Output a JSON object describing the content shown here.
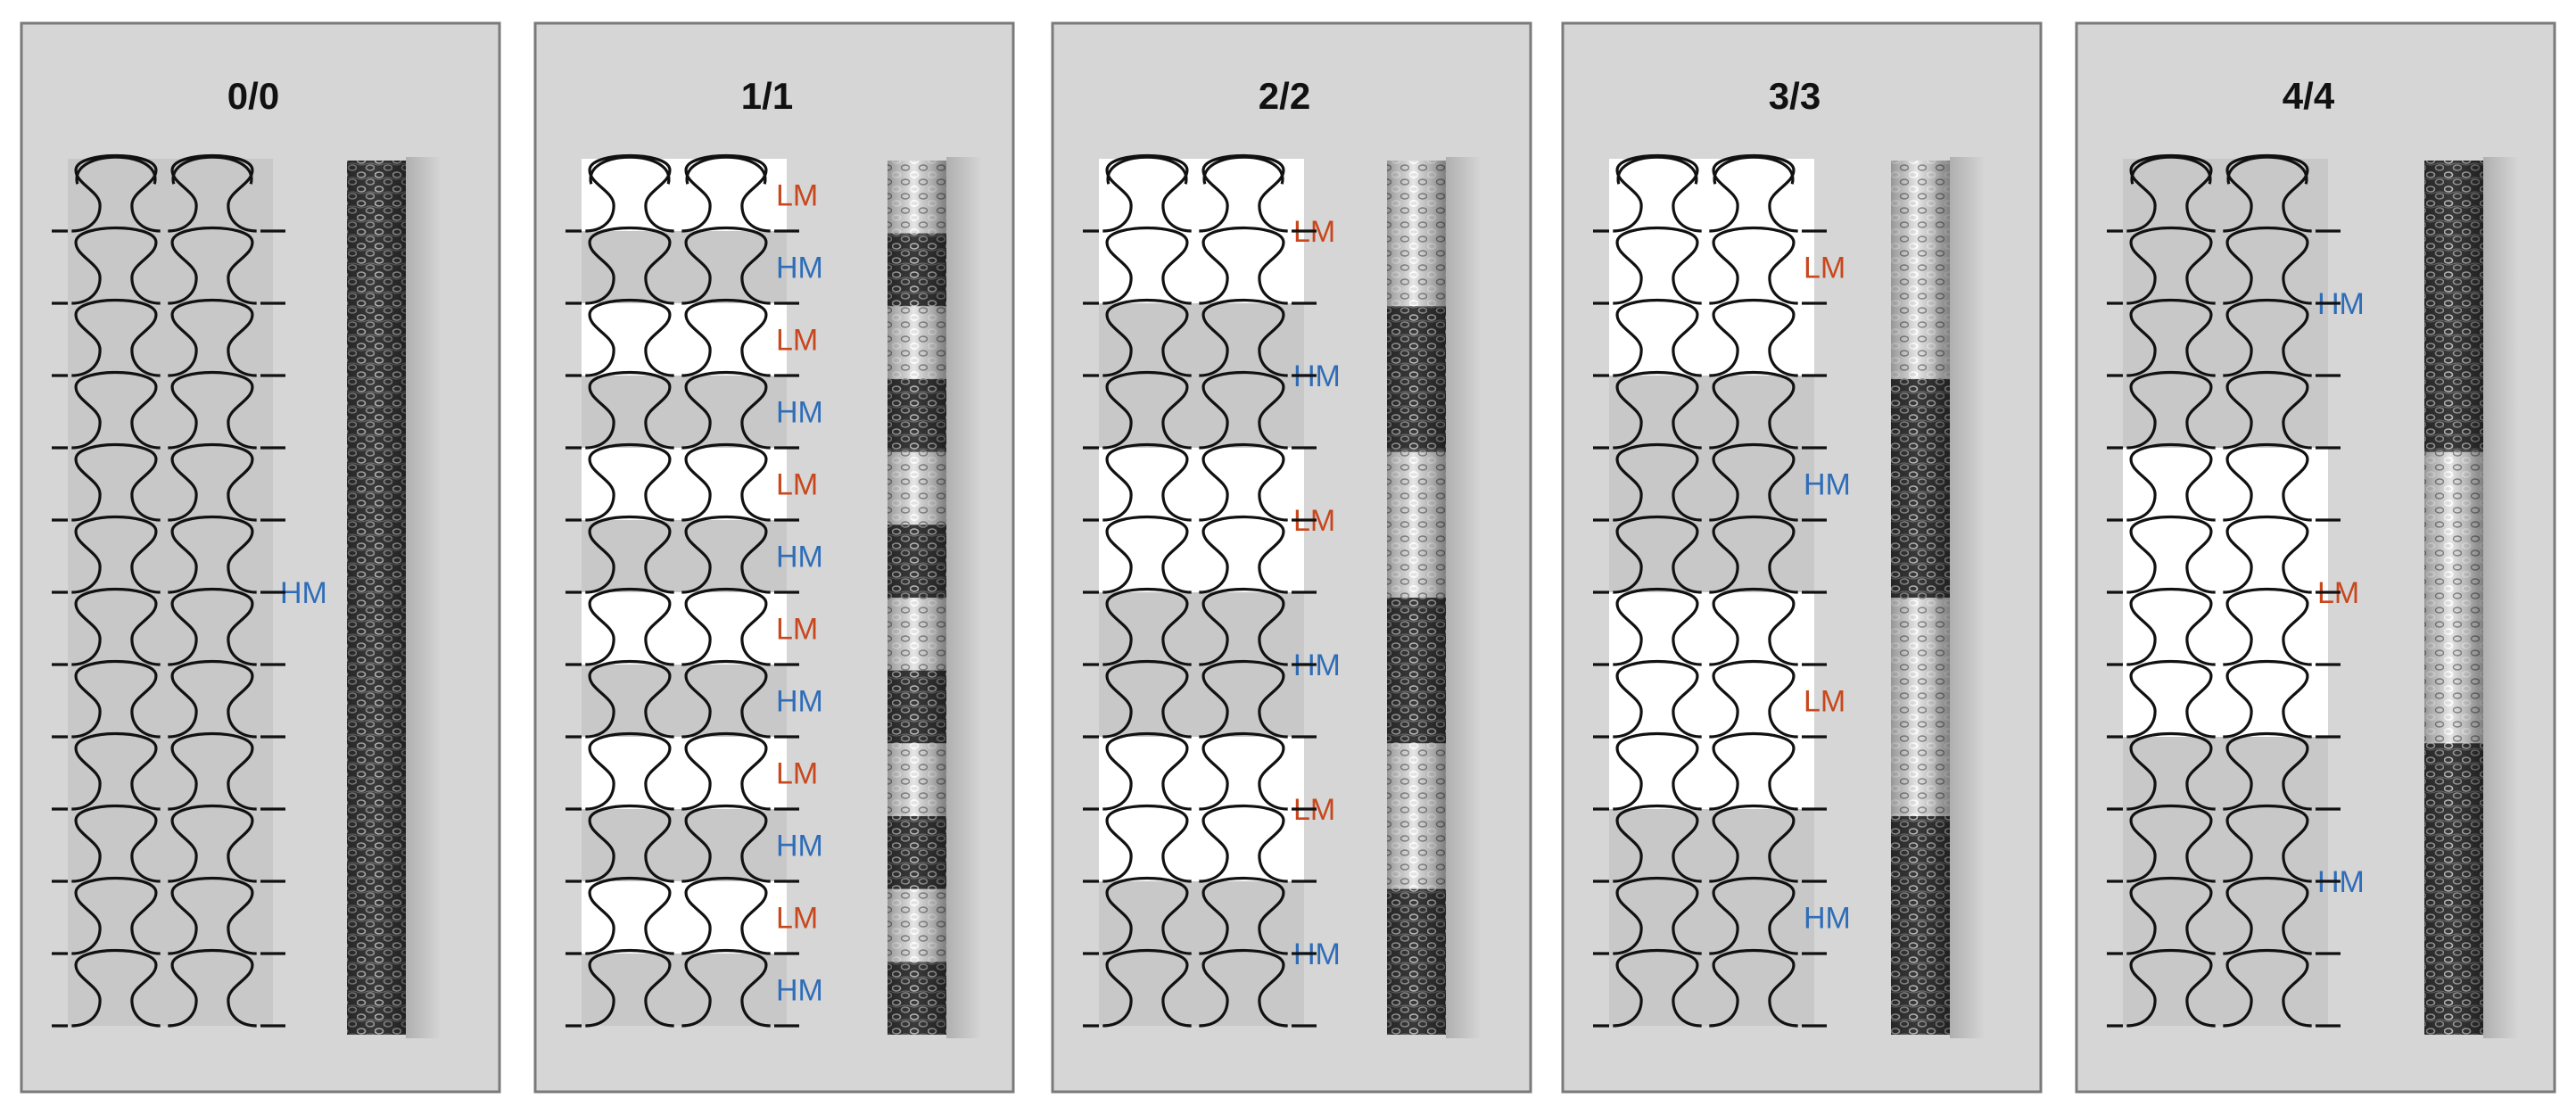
{
  "colors": {
    "panel_bg": "#d6d6d6",
    "panel_border": "#7a7a7a",
    "hm_fill": "#c8c8c8",
    "lm_fill": "#ffffff",
    "stitch_line": "#111111",
    "hm_label": "#2f6db8",
    "lm_label": "#c8471d",
    "rope_dark": "#2b2b2b",
    "rope_light": "#efefef"
  },
  "rows_per_panel": 12,
  "panels": [
    {
      "title": "0/0",
      "pattern": [
        12
      ],
      "zones": [
        {
          "type": "HM",
          "label": "HM",
          "color": "hm_label"
        }
      ]
    },
    {
      "title": "1/1",
      "pattern": [
        1,
        1,
        1,
        1,
        1,
        1,
        1,
        1,
        1,
        1,
        1,
        1
      ],
      "zones": [
        {
          "type": "LM",
          "label": "LM",
          "color": "lm_label"
        },
        {
          "type": "HM",
          "label": "HM",
          "color": "hm_label"
        },
        {
          "type": "LM",
          "label": "LM",
          "color": "lm_label"
        },
        {
          "type": "HM",
          "label": "HM",
          "color": "hm_label"
        },
        {
          "type": "LM",
          "label": "LM",
          "color": "lm_label"
        },
        {
          "type": "HM",
          "label": "HM",
          "color": "hm_label"
        },
        {
          "type": "LM",
          "label": "LM",
          "color": "lm_label"
        },
        {
          "type": "HM",
          "label": "HM",
          "color": "hm_label"
        },
        {
          "type": "LM",
          "label": "LM",
          "color": "lm_label"
        },
        {
          "type": "HM",
          "label": "HM",
          "color": "hm_label"
        },
        {
          "type": "LM",
          "label": "LM",
          "color": "lm_label"
        },
        {
          "type": "HM",
          "label": "HM",
          "color": "hm_label"
        }
      ]
    },
    {
      "title": "2/2",
      "pattern": [
        2,
        2,
        2,
        2,
        2,
        2
      ],
      "zones": [
        {
          "type": "LM",
          "label": "LM",
          "color": "lm_label"
        },
        {
          "type": "HM",
          "label": "HM",
          "color": "hm_label"
        },
        {
          "type": "LM",
          "label": "LM",
          "color": "lm_label"
        },
        {
          "type": "HM",
          "label": "HM",
          "color": "hm_label"
        },
        {
          "type": "LM",
          "label": "LM",
          "color": "lm_label"
        },
        {
          "type": "HM",
          "label": "HM",
          "color": "hm_label"
        }
      ]
    },
    {
      "title": "3/3",
      "pattern": [
        3,
        3,
        3,
        3
      ],
      "zones": [
        {
          "type": "LM",
          "label": "LM",
          "color": "lm_label"
        },
        {
          "type": "HM",
          "label": "HM",
          "color": "hm_label"
        },
        {
          "type": "LM",
          "label": "LM",
          "color": "lm_label"
        },
        {
          "type": "HM",
          "label": "HM",
          "color": "hm_label"
        }
      ]
    },
    {
      "title": "4/4",
      "pattern": [
        4,
        4,
        4
      ],
      "zones": [
        {
          "type": "HM",
          "label": "HM",
          "color": "hm_label"
        },
        {
          "type": "LM",
          "label": "LM",
          "color": "lm_label"
        },
        {
          "type": "HM",
          "label": "HM",
          "color": "hm_label"
        }
      ]
    }
  ]
}
